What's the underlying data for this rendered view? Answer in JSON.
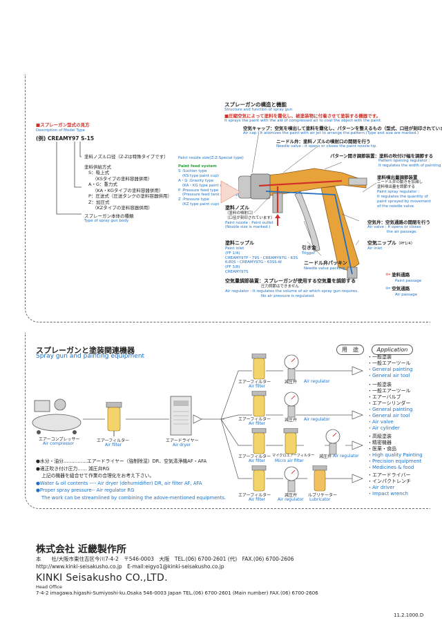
{
  "structure": {
    "title_jp": "スプレーガンの構造と機能",
    "title_en": "Structure and function of spray gun",
    "lead_jp": "■圧縮空気によって塗料を霧化し、被塗装物に付着させて塗装する機器です。",
    "lead_en": "It sprays the paint with the aid of compressed air to coat the object with the paint.",
    "air_cap_jp": "空気キャップ：空気を噴出して塗料を霧化し、パターンを整えるもの（型式、口径が刻印されています）",
    "air_cap_en": "Air cap : It atomizes the paint with air jet to arrange the pattern.(Type and size are marked.)",
    "needle_jp": "ニードル弁：塗料ノズルの噴射口の開閉を行う",
    "needle_en": "Needle valve : It opens or closes the paint nozzle tip.",
    "pattern_jp": "パターン開き調節装置：塗料の吹付け幅を調節する",
    "pattern_en1": "Pattern opening regulator :",
    "pattern_en2": "It regulates the width of painting",
    "paint_reg_jp1": "塗料噴出量調節装置",
    "paint_reg_jp2": "ニードル弁の動きを加減し",
    "paint_reg_jp3": "塗料噴出量を調節する",
    "paint_reg_en1": "Paint spray regulator :",
    "paint_reg_en2": "It regulates the quantity of",
    "paint_reg_en3": "paint sprayed by movement",
    "paint_reg_en4": "of the needle valve.",
    "air_valve_jp": "空気弁：空気通路の開閉を行う",
    "air_valve_en1": "Air valve : It opens or closes",
    "air_valve_en2": "the air passage.",
    "air_nipple_jp": "空気ニップル",
    "air_nipple_size": "（PF1/4）",
    "air_nipple_en": "Air inlet",
    "nozzle_jp1": "塗料ノズル",
    "nozzle_jp2": "（塗料の噴射口）",
    "nozzle_jp3": "（口径が刻印されています）",
    "nozzle_en1": "Paint nozzle : Paint outlet",
    "nozzle_en2": "(Nozzle size is marked.)",
    "paint_nipple_jp": "塗料ニップル",
    "paint_nipple_lines": [
      "Paint inlet",
      "(PF 1/4)",
      "CREAMY97P・79S・CREAMY97G・63S",
      "K-80S・CREAMY97G・63SS-W",
      "(PF 3/8)",
      "CREAMY97S"
    ],
    "trigger_jp": "引き金",
    "trigger_en": "Trigger",
    "packing_jp": "ニードル弁パッキン",
    "packing_en": "Needle valve packing",
    "air_reg_jp": "空気量調節装置：スプレーガンが使用する空気量を調節する",
    "air_reg_jp2": "圧力調節はできません",
    "air_reg_en1": "Air regulator : It regulates the volume of air which spray gun requires.",
    "air_reg_en2": "No air pressure is regulated.",
    "legend_paint_jp": "塗料通路",
    "legend_paint_en": "Paint passage",
    "legend_air_jp": "空気通路",
    "legend_air_en": "Air passage"
  },
  "model": {
    "title_jp": "■スプレーガン型式の見方",
    "title_en": "Description of Model Type",
    "example": "(例) CREAMY97 S-15",
    "nozzle_size_jp": "塗料ノズル口径（Z-Zは特殊タイプです）",
    "nozzle_size_en": "Paint nozzle size(Z-Z:Special type)",
    "feed_jp": "塗料供給方式",
    "feed_s": "S：吸上式",
    "feed_s2": "（KSタイプの塗料容器併用）",
    "feed_ag": "A・G：重力式",
    "feed_ag2": "（KA・KGタイプの塗料容器併用）",
    "feed_p": "P：圧送式（圧送タンクの塗料容器併用）",
    "feed_z": "Z：加圧式",
    "feed_z2": "（KZタイプの塗料容器併用）",
    "body_jp": "スプレーガン本体の種類",
    "body_en": "Type of spray gun body",
    "feed_en_title": "Paint feed system",
    "feed_en_lines": [
      "S :Suction type",
      "(KS type paint cup)",
      "A・G :Gravity type",
      "(KA・KG type paint cup)",
      "P :Pressure feed type",
      "(Pressure feed tank paint cup)",
      "Z :Pressure type",
      "(KZ type paint cup)"
    ]
  },
  "equipment": {
    "title_jp": "スプレーガンと塗装関連機器",
    "title_en": "Spray gun and painting equipment",
    "use_label": "用　途",
    "app_label": "Application",
    "compressor_jp": "エアーコンプレッサー",
    "compressor_en": "Air compressor",
    "filter_jp": "エアーフィルター",
    "filter_en": "Air filter",
    "dryer_jp": "エアードライヤー",
    "dryer_en": "Air dryer",
    "regulator_jp": "減圧弁",
    "regulator_en": "Air regulator",
    "micro_jp": "マイクロエアーフィルター",
    "micro_en": "Micro air filter",
    "lube_jp": "ルブリケーター",
    "lube_en": "Lubricator",
    "uses": [
      {
        "jp": [
          "・一般塗装",
          "・一般エアーツール"
        ],
        "en": [
          "・General painting",
          "・General air tool"
        ]
      },
      {
        "jp": [
          "・一般塗装",
          "・一般エアーツール",
          "・エアーバルブ",
          "・エアーシリンダー"
        ],
        "en": [
          "・General painting",
          "・General air tool",
          "・Air valve",
          "・Air cylinder"
        ]
      },
      {
        "jp": [
          "・高級塗装",
          "・精密機器",
          "・医薬・食品"
        ],
        "en": [
          "・High quality Painting",
          "・Precision equipment",
          "・Medicines & food"
        ]
      },
      {
        "jp": [
          "・エアードライバー",
          "・インパクトレンチ"
        ],
        "en": [
          "・Air driver",
          "・Impact wrench"
        ]
      }
    ],
    "note_jp1": "●水分・油分……………エアードライヤー（強制除湿）DR、空気清浄機AF・AFA",
    "note_jp2": "●適正吹き付け圧力…… 減圧弁RG",
    "note_jp3": "上記の機器を組合せて作業の合理化をお考え下さい。",
    "note_en1": "●Water & oil contents ---- Air dryer (dehumidifier) DR, air filter AF, AFA",
    "note_en2": "●Proper spray pressure-- Air regulator RG",
    "note_en3": "The work can be streamlined by combining the adove-mentioned equipments."
  },
  "company": {
    "name_jp": "株式会社 近畿製作所",
    "address_jp": "本　　社/大阪市東住吉区今川7-4-2　〒546-0003　大阪　TEL.(06) 6700-2601 (代)　FAX.(06) 6700-2606",
    "web": "http://www.kinki-seisakusho.co.jp　E-mail:eigyo1@kinki-seisakusho.co.jp",
    "name_en": "KINKI Seisakusho CO.,LTD.",
    "head_office": "Head Office",
    "address_en": "7-4-2 imagawa.higashi-Sumiyoshi-ku.Osaka 546-0003 Japan  TEL.(06) 6700-2601 (Main number)   FAX.(06) 6700-2606",
    "doc_code": "11.2.1000.D"
  },
  "colors": {
    "blue": "#1f6fc4",
    "green": "#2a9d3a",
    "red": "#d0322b",
    "gun_orange": "#e8a23a"
  }
}
